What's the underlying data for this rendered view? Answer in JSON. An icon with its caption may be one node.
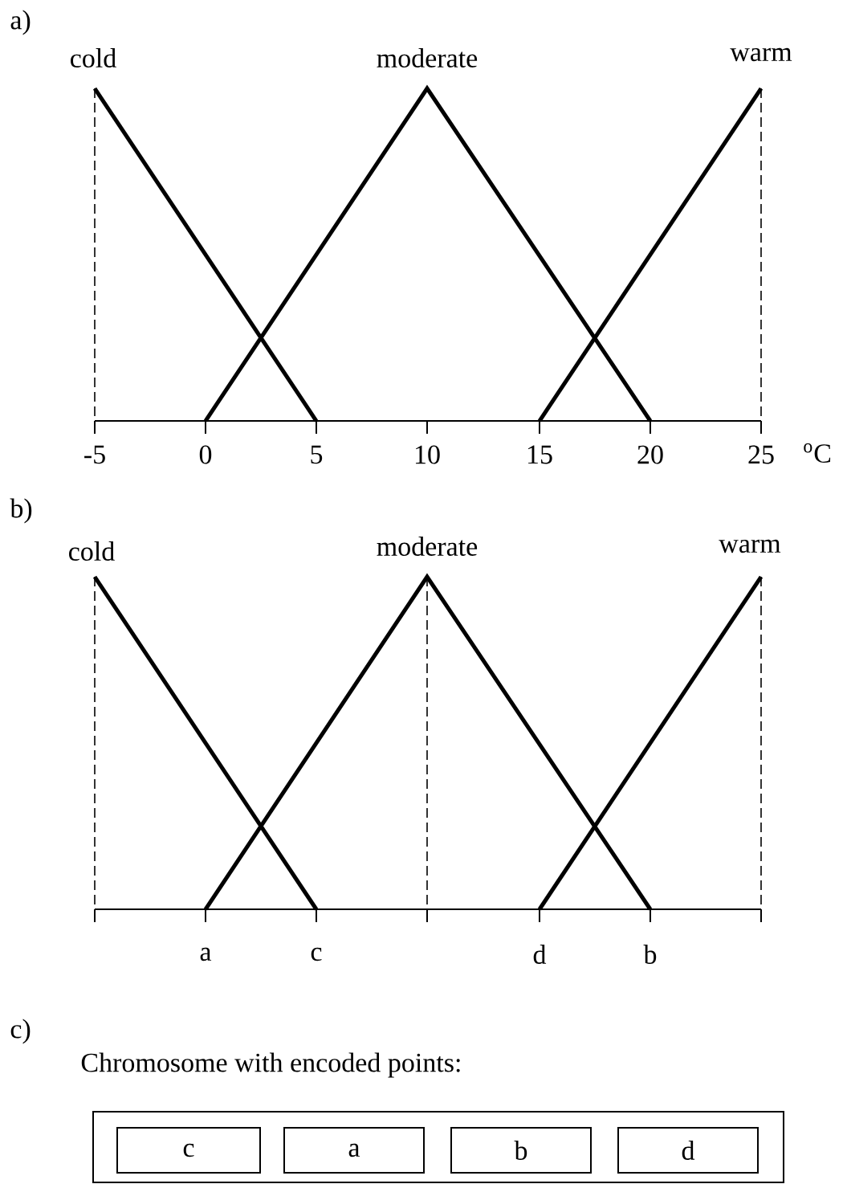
{
  "diagram": {
    "nodes": [
      {
        "text": [],
        "shape": "box"
      },
      {
        "text": [
          "c"
        ],
        "in": 0
      },
      {
        "text": [
          "a"
        ],
        "in": 0
      },
      {
        "text": [
          "b"
        ],
        "in": 0
      },
      {
        "text": [
          "d"
        ],
        "in": 0
      }
    ],
    "labels": [
      "a)",
      "cold",
      "moderate",
      "warm",
      "-5",
      "0",
      "5",
      "10",
      "15",
      "20",
      "25",
      "$^{o}$C",
      "b)",
      "cold",
      "moderate",
      "warm",
      "a",
      "c",
      "d",
      "b",
      "c)",
      "Chromosome with encoded points:"
    ]
  }
}
